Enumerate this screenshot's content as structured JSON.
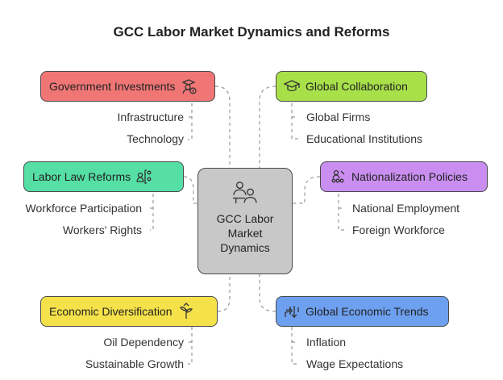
{
  "title": "GCC Labor Market Dynamics and Reforms",
  "center": {
    "lines": [
      "GCC Labor",
      "Market",
      "Dynamics"
    ],
    "icon": "people-meeting-icon"
  },
  "nodes": [
    {
      "id": "government-investments",
      "label": "Government Investments",
      "color": "#f07676",
      "icon": "investor-money-icon",
      "children": [
        "Infrastructure",
        "Technology"
      ]
    },
    {
      "id": "global-collaboration",
      "label": "Global Collaboration",
      "color": "#a8e04a",
      "icon": "graduation-cap-icon",
      "children": [
        "Global Firms",
        "Educational Institutions"
      ]
    },
    {
      "id": "labor-law-reforms",
      "label": "Labor Law Reforms",
      "color": "#55dfa5",
      "icon": "workers-rights-icon",
      "children": [
        "Workforce Participation",
        "Workers' Rights"
      ]
    },
    {
      "id": "nationalization-policies",
      "label": "Nationalization Policies",
      "color": "#c98ef0",
      "icon": "national-workforce-icon",
      "children": [
        "National Employment",
        "Foreign Workforce"
      ]
    },
    {
      "id": "economic-diversification",
      "label": "Economic Diversification",
      "color": "#f5e14a",
      "icon": "sprout-icon",
      "children": [
        "Oil Dependency",
        "Sustainable Growth"
      ]
    },
    {
      "id": "global-economic-trends",
      "label": "Global Economic Trends",
      "color": "#6ea0f0",
      "icon": "price-trend-icon",
      "children": [
        "Inflation",
        "Wage Expectations"
      ]
    }
  ]
}
